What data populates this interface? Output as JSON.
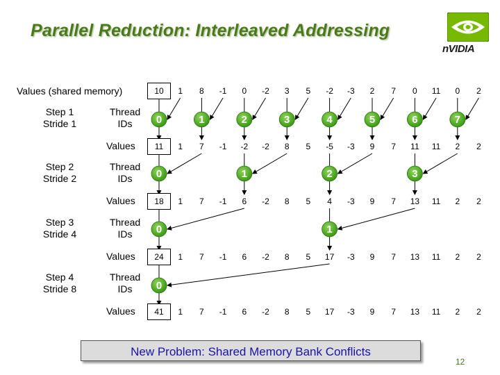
{
  "title": "Parallel Reduction: Interleaved Addressing",
  "logo": {
    "text": "nVIDIA",
    "icon": "nvidia-eye-icon"
  },
  "row_labels": {
    "initial": "Values (shared memory)",
    "thread_ids": "Thread\nIDs",
    "values": "Values"
  },
  "value_rows": [
    [
      10,
      1,
      8,
      -1,
      0,
      -2,
      3,
      5,
      -2,
      -3,
      2,
      7,
      0,
      11,
      0,
      2
    ],
    [
      11,
      1,
      7,
      -1,
      -2,
      -2,
      8,
      5,
      -5,
      -3,
      9,
      7,
      11,
      11,
      2,
      2
    ],
    [
      18,
      1,
      7,
      -1,
      6,
      -2,
      8,
      5,
      4,
      -3,
      9,
      7,
      13,
      11,
      2,
      2
    ],
    [
      24,
      1,
      7,
      -1,
      6,
      -2,
      8,
      5,
      17,
      -3,
      9,
      7,
      13,
      11,
      2,
      2
    ],
    [
      41,
      1,
      7,
      -1,
      6,
      -2,
      8,
      5,
      17,
      -3,
      9,
      7,
      13,
      11,
      2,
      2
    ]
  ],
  "steps": [
    {
      "label": "Step 1\nStride 1",
      "stride": 1,
      "threads": [
        0,
        1,
        2,
        3,
        4,
        5,
        6,
        7
      ]
    },
    {
      "label": "Step 2\nStride 2",
      "stride": 2,
      "threads": [
        0,
        1,
        2,
        3
      ]
    },
    {
      "label": "Step 3\nStride 4",
      "stride": 4,
      "threads": [
        0,
        1
      ]
    },
    {
      "label": "Step 4\nStride 8",
      "stride": 8,
      "threads": [
        0
      ]
    }
  ],
  "colors": {
    "title": "#4a7a1a",
    "thread_circle": "#3a9a12",
    "thread_circle_light": "#8fd45c",
    "banner_text": "#1a12a8",
    "page_number": "#3c7a1a"
  },
  "banner": "New Problem: Shared Memory Bank Conflicts",
  "page_number": "12"
}
